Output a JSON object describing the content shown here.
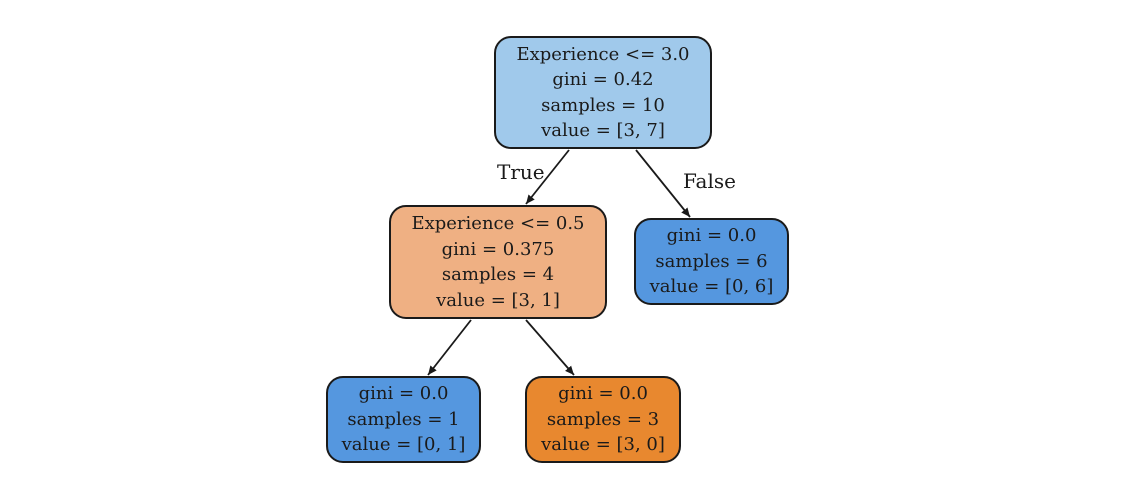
{
  "tree": {
    "nodes": [
      {
        "id": "n0",
        "lines": [
          "Experience <= 3.0",
          "gini = 0.42",
          "samples = 10",
          "value = [3, 7]"
        ],
        "fill": "#a0c9eb"
      },
      {
        "id": "n1",
        "lines": [
          "Experience <= 0.5",
          "gini = 0.375",
          "samples = 4",
          "value = [3, 1]"
        ],
        "fill": "#efb083"
      },
      {
        "id": "n2",
        "lines": [
          "gini = 0.0",
          "samples = 6",
          "value = [0, 6]"
        ],
        "fill": "#5597df"
      },
      {
        "id": "n3",
        "lines": [
          "gini = 0.0",
          "samples = 1",
          "value = [0, 1]"
        ],
        "fill": "#5597df"
      },
      {
        "id": "n4",
        "lines": [
          "gini = 0.0",
          "samples = 3",
          "value = [3, 0]"
        ],
        "fill": "#e8882f"
      }
    ],
    "edges": [
      {
        "from": "n0",
        "to": "n1",
        "label": "True"
      },
      {
        "from": "n0",
        "to": "n2",
        "label": "False"
      },
      {
        "from": "n1",
        "to": "n3"
      },
      {
        "from": "n1",
        "to": "n4"
      }
    ]
  },
  "colors": {
    "border": "#1a1a1a",
    "edge": "#1a1a1a"
  }
}
